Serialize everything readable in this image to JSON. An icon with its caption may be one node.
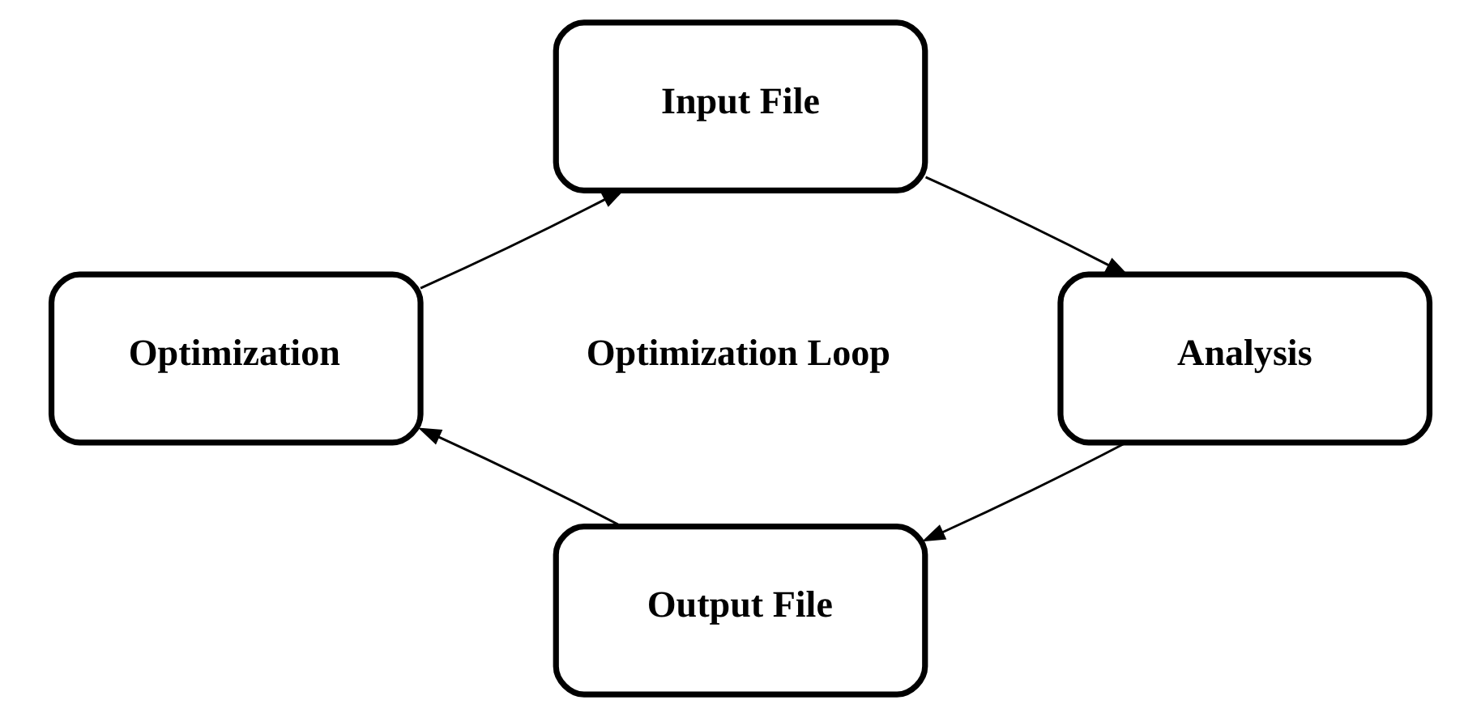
{
  "diagram": {
    "nodes": [
      {
        "text": [
          "Input File"
        ]
      },
      {
        "text": [
          "Optimization"
        ]
      },
      {
        "text": [
          "Analysis"
        ]
      },
      {
        "text": [
          "Output File"
        ]
      }
    ],
    "edges": [
      {
        "from": 1,
        "to": 0,
        "arrow": "to"
      },
      {
        "from": 0,
        "to": 2,
        "arrow": "to"
      },
      {
        "from": 2,
        "to": 3,
        "arrow": "to"
      },
      {
        "from": 3,
        "to": 1,
        "arrow": "to"
      }
    ],
    "labels": [
      "Optimization Loop"
    ]
  }
}
